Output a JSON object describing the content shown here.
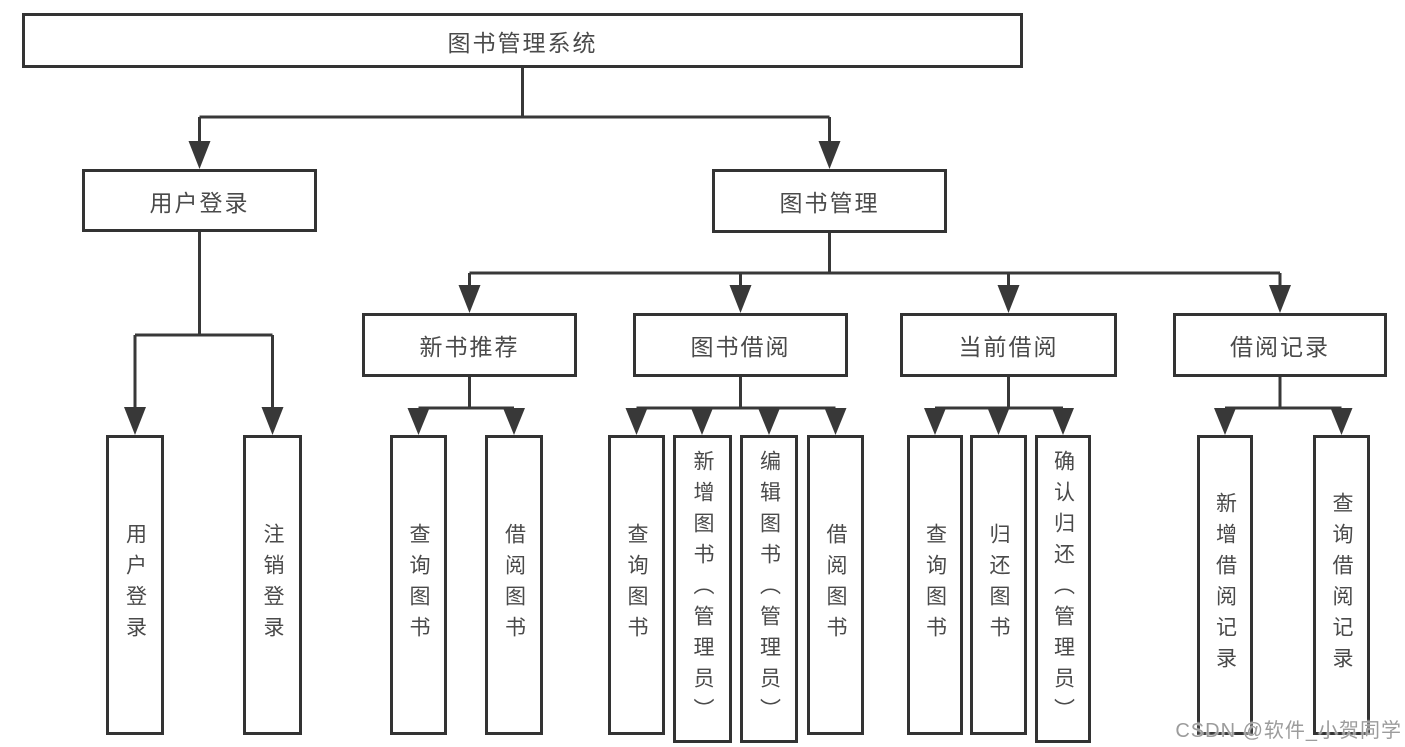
{
  "diagram": {
    "root": {
      "label": "图书管理系统"
    },
    "level2": [
      {
        "label": "用户登录"
      },
      {
        "label": "图书管理"
      }
    ],
    "level3": [
      {
        "label": "新书推荐"
      },
      {
        "label": "图书借阅"
      },
      {
        "label": "当前借阅"
      },
      {
        "label": "借阅记录"
      }
    ],
    "leaves": [
      {
        "label": "用户登录"
      },
      {
        "label": "注销登录"
      },
      {
        "label": "查询图书"
      },
      {
        "label": "借阅图书"
      },
      {
        "label": "查询图书"
      },
      {
        "label": "新增图书（管理员）"
      },
      {
        "label": "编辑图书（管理员）"
      },
      {
        "label": "借阅图书"
      },
      {
        "label": "查询图书"
      },
      {
        "label": "归还图书"
      },
      {
        "label": "确认归还（管理员）"
      },
      {
        "label": "新增借阅记录"
      },
      {
        "label": "查询借阅记录"
      }
    ]
  },
  "watermark": {
    "text": "CSDN @软件_小贺同学"
  },
  "colors": {
    "line": "#383838",
    "box_border": "#333333",
    "text": "#4a4a4a",
    "watermark": "#9c9c9c",
    "background": "#ffffff"
  }
}
